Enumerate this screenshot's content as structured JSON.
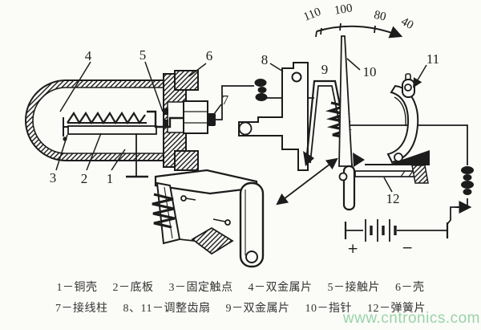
{
  "ink": "#1c1c1c",
  "scale": {
    "labels": [
      "110",
      "100",
      "80",
      "40"
    ]
  },
  "parts": {
    "p1": "1",
    "p2": "2",
    "p3": "3",
    "p4": "4",
    "p5": "5",
    "p6": "6",
    "p7": "7",
    "p8": "8",
    "p9": "9",
    "p10": "10",
    "p11": "11",
    "p12": "12"
  },
  "battery": {
    "plus": "+",
    "minus": "−"
  },
  "legend": {
    "line1": [
      "1－铜壳",
      "2－底板",
      "3－固定触点",
      "4－双金属片",
      "5－接触片",
      "6－壳"
    ],
    "line2": [
      "7－接线柱",
      "8、11－调整齿扇",
      "9－双金属片",
      "10－指针",
      "12－弹簧片"
    ]
  },
  "watermark": {
    "text": "www.cntronics.com",
    "color": "#7dc891"
  }
}
